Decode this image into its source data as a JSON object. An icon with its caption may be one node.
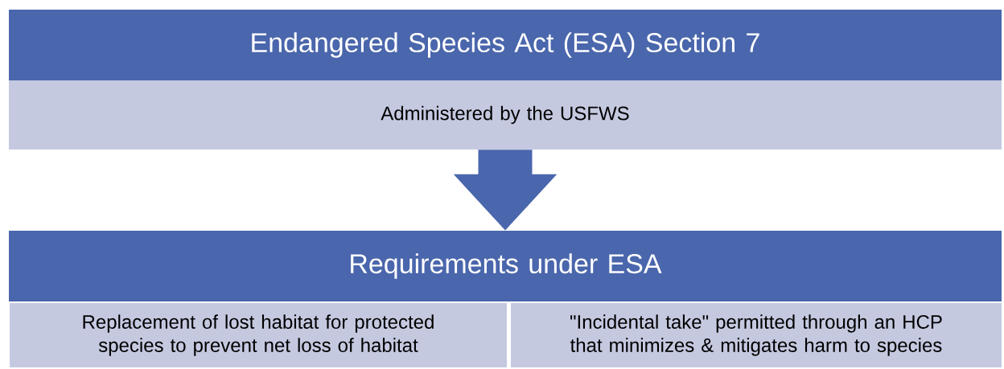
{
  "diagram": {
    "nodes": [
      {
        "text": [
          "Endangered Species Act (ESA) Section 7"
        ]
      },
      {
        "text": [
          "Administered by the USFWS"
        ]
      },
      {
        "text": [
          "Requirements under ESA"
        ]
      },
      {
        "text": [
          "Replacement of lost habitat for protected species to prevent net loss of habitat"
        ]
      },
      {
        "text": [
          "\"Incidental take\" permitted through an HCP that minimizes & mitigates harm to species"
        ]
      }
    ],
    "edges": [
      {
        "from": 1,
        "to": 2,
        "arrow": "to"
      }
    ]
  }
}
